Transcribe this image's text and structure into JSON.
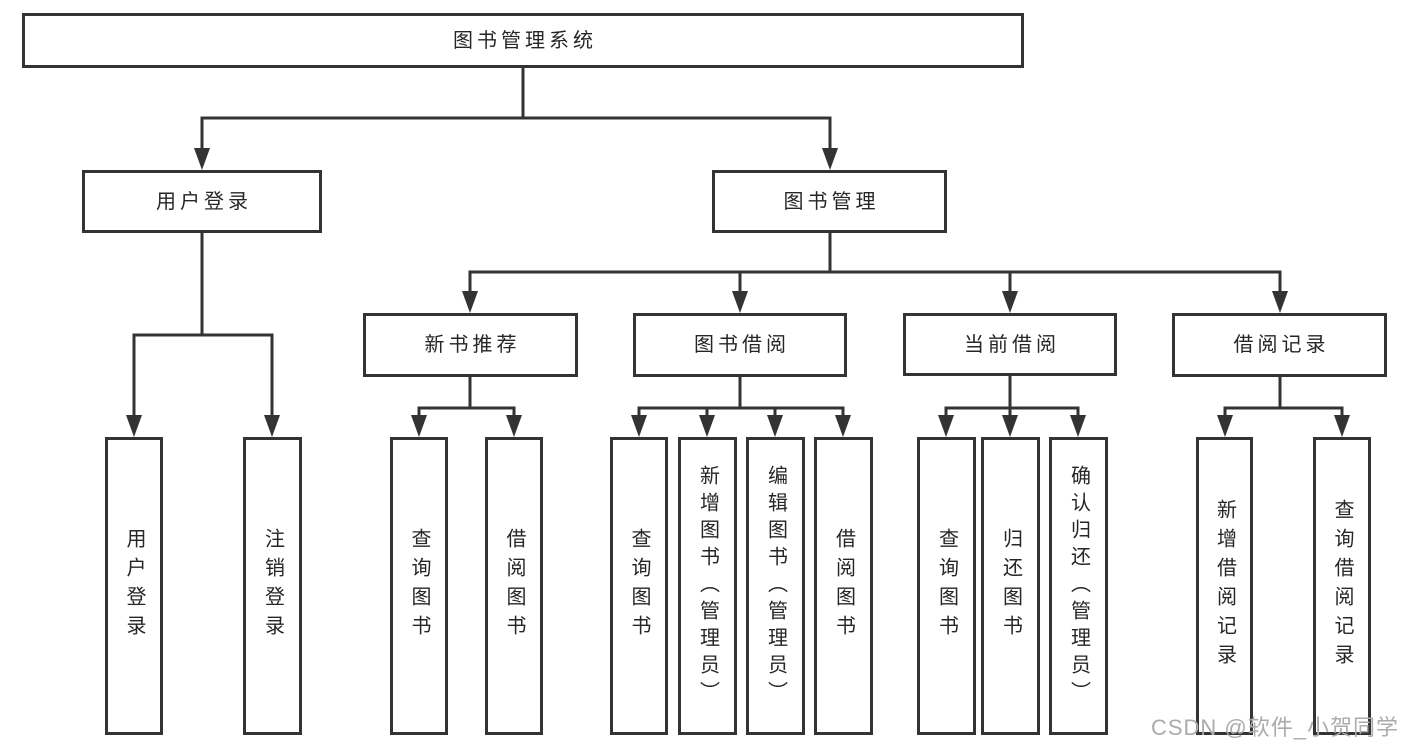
{
  "tree": {
    "root": {
      "label": "图书管理系统"
    },
    "branches": [
      {
        "label": "用户登录",
        "children": [
          {
            "label": "用户登录"
          },
          {
            "label": "注销登录"
          }
        ]
      },
      {
        "label": "图书管理",
        "children": [
          {
            "label": "新书推荐",
            "children": [
              {
                "label": "查询图书"
              },
              {
                "label": "借阅图书"
              }
            ]
          },
          {
            "label": "图书借阅",
            "children": [
              {
                "label": "查询图书"
              },
              {
                "label": "新增图书（管理员）"
              },
              {
                "label": "编辑图书（管理员）"
              },
              {
                "label": "借阅图书"
              }
            ]
          },
          {
            "label": "当前借阅",
            "children": [
              {
                "label": "查询图书"
              },
              {
                "label": "归还图书"
              },
              {
                "label": "确认归还（管理员）"
              }
            ]
          },
          {
            "label": "借阅记录",
            "children": [
              {
                "label": "新增借阅记录"
              },
              {
                "label": "查询借阅记录"
              }
            ]
          }
        ]
      }
    ]
  },
  "watermark": {
    "text": "CSDN @软件_小贺同学"
  },
  "colors": {
    "line": "#333333",
    "box_border": "#333333",
    "text": "#262626",
    "watermark": "#ababab",
    "background": "#ffffff"
  }
}
